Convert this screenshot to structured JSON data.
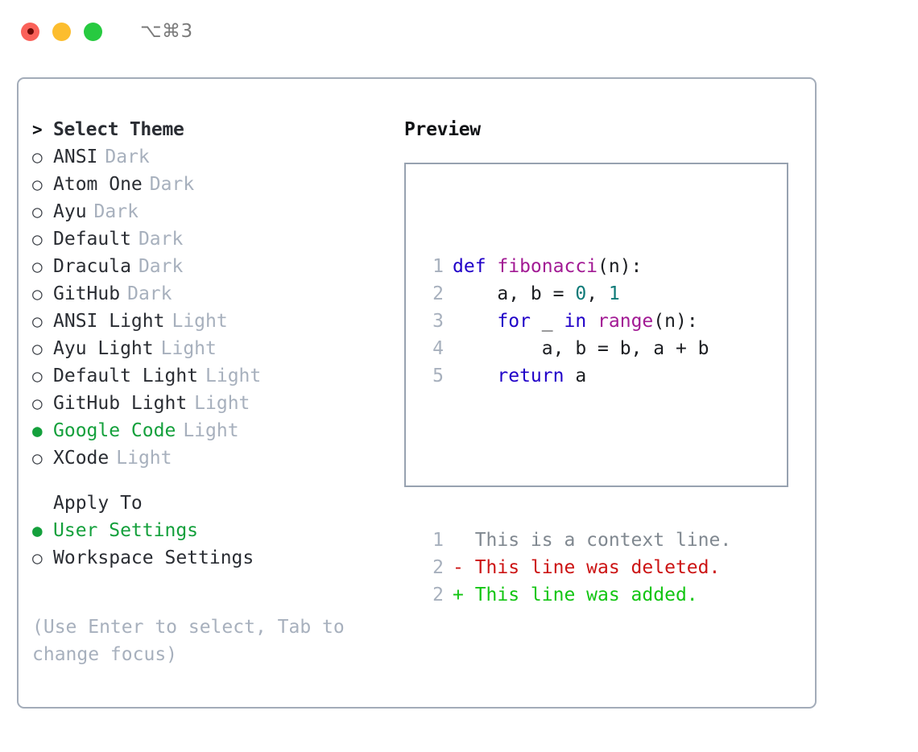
{
  "window": {
    "shortcut": "⌥⌘3",
    "traffic_lights": [
      "close",
      "minimize",
      "zoom"
    ]
  },
  "left_panel": {
    "header": {
      "prompt": ">",
      "title": "Select Theme"
    },
    "themes": [
      {
        "marker": "○",
        "label": "ANSI",
        "tag": "Dark",
        "selected": false
      },
      {
        "marker": "○",
        "label": "Atom One",
        "tag": "Dark",
        "selected": false
      },
      {
        "marker": "○",
        "label": "Ayu",
        "tag": "Dark",
        "selected": false
      },
      {
        "marker": "○",
        "label": "Default",
        "tag": "Dark",
        "selected": false
      },
      {
        "marker": "○",
        "label": "Dracula",
        "tag": "Dark",
        "selected": false
      },
      {
        "marker": "○",
        "label": "GitHub",
        "tag": "Dark",
        "selected": false
      },
      {
        "marker": "○",
        "label": "ANSI Light",
        "tag": "Light",
        "selected": false
      },
      {
        "marker": "○",
        "label": "Ayu Light",
        "tag": "Light",
        "selected": false
      },
      {
        "marker": "○",
        "label": "Default Light",
        "tag": "Light",
        "selected": false
      },
      {
        "marker": "○",
        "label": "GitHub Light",
        "tag": "Light",
        "selected": false
      },
      {
        "marker": "●",
        "label": "Google Code",
        "tag": "Light",
        "selected": true
      },
      {
        "marker": "○",
        "label": "XCode",
        "tag": "Light",
        "selected": false
      }
    ],
    "apply_to": {
      "header": "Apply To",
      "options": [
        {
          "marker": "●",
          "label": "User Settings",
          "selected": true
        },
        {
          "marker": "○",
          "label": "Workspace Settings",
          "selected": false
        }
      ]
    },
    "hint": "(Use Enter to select, Tab to change focus)"
  },
  "right_panel": {
    "title": "Preview",
    "code_lines": [
      {
        "no": "1",
        "tokens": [
          {
            "t": "def ",
            "c": "kw"
          },
          {
            "t": "fibonacci",
            "c": "fn"
          },
          {
            "t": "(n):",
            "c": "plain"
          }
        ]
      },
      {
        "no": "2",
        "tokens": [
          {
            "t": "    a, b = ",
            "c": "plain"
          },
          {
            "t": "0",
            "c": "num"
          },
          {
            "t": ", ",
            "c": "plain"
          },
          {
            "t": "1",
            "c": "num"
          }
        ]
      },
      {
        "no": "3",
        "tokens": [
          {
            "t": "    ",
            "c": "plain"
          },
          {
            "t": "for",
            "c": "kw"
          },
          {
            "t": " _ ",
            "c": "plain"
          },
          {
            "t": "in",
            "c": "kw"
          },
          {
            "t": " ",
            "c": "plain"
          },
          {
            "t": "range",
            "c": "fn"
          },
          {
            "t": "(n):",
            "c": "plain"
          }
        ]
      },
      {
        "no": "4",
        "tokens": [
          {
            "t": "        a, b = b, a + b",
            "c": "plain"
          }
        ]
      },
      {
        "no": "5",
        "tokens": [
          {
            "t": "    ",
            "c": "plain"
          },
          {
            "t": "return",
            "c": "kw"
          },
          {
            "t": " a",
            "c": "plain"
          }
        ]
      }
    ],
    "diff_lines": [
      {
        "no": "1",
        "text": "  This is a context line.",
        "kind": "diff-ctx"
      },
      {
        "no": "2",
        "text": "- This line was deleted.",
        "kind": "diff-del"
      },
      {
        "no": "2",
        "text": "+ This line was added.",
        "kind": "diff-add"
      }
    ]
  },
  "colors": {
    "accent_green": "#14a03c",
    "muted": "#a7b0bd",
    "border": "#a3acb9",
    "keyword": "#2000c8",
    "function": "#a21a94",
    "number": "#0e7a78",
    "diff_delete": "#cc1414",
    "diff_add": "#12c512"
  }
}
